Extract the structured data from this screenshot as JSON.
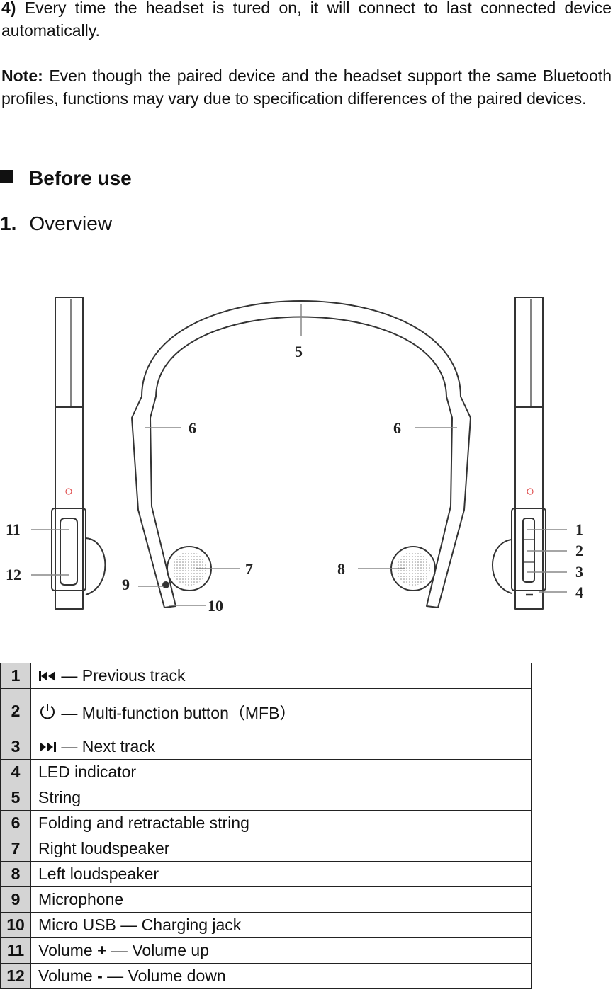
{
  "intro": {
    "p1_lead": "4)",
    "p1_text": " Every time the headset is tured on, it will connect to last connected device automatically.",
    "note_lead": "Note:",
    "note_text": " Even though the paired device and the headset support the same Bluetooth profiles, functions may vary due to specification differences of the paired devices."
  },
  "section": {
    "title": "Before use",
    "sub_num": "1.",
    "sub_title": "Overview"
  },
  "figure_labels": {
    "l1": "1",
    "l2": "2",
    "l3": "3",
    "l4": "4",
    "l5": "5",
    "l6a": "6",
    "l6b": "6",
    "l7": "7",
    "l8": "8",
    "l9": "9",
    "l10": "10",
    "l11": "11",
    "l12": "12"
  },
  "legend": [
    {
      "num": "1",
      "icon": "previous-track-icon",
      "text": " — Previous track"
    },
    {
      "num": "2",
      "icon": "power-icon",
      "text": " — Multi-function button（MFB）"
    },
    {
      "num": "3",
      "icon": "next-track-icon",
      "text": " — Next track"
    },
    {
      "num": "4",
      "text": "LED indicator"
    },
    {
      "num": "5",
      "text": "String"
    },
    {
      "num": "6",
      "text": "Folding and retractable string"
    },
    {
      "num": "7",
      "text": "Right loudspeaker"
    },
    {
      "num": "8",
      "text": "Left loudspeaker"
    },
    {
      "num": "9",
      "text": "Microphone"
    },
    {
      "num": "10",
      "text": "Micro USB — Charging jack"
    },
    {
      "num": "11",
      "pre": "Volume ",
      "sym": "+",
      "post": " — Volume up"
    },
    {
      "num": "12",
      "pre": "Volume ",
      "sym": "-",
      "post": " — Volume down"
    }
  ]
}
